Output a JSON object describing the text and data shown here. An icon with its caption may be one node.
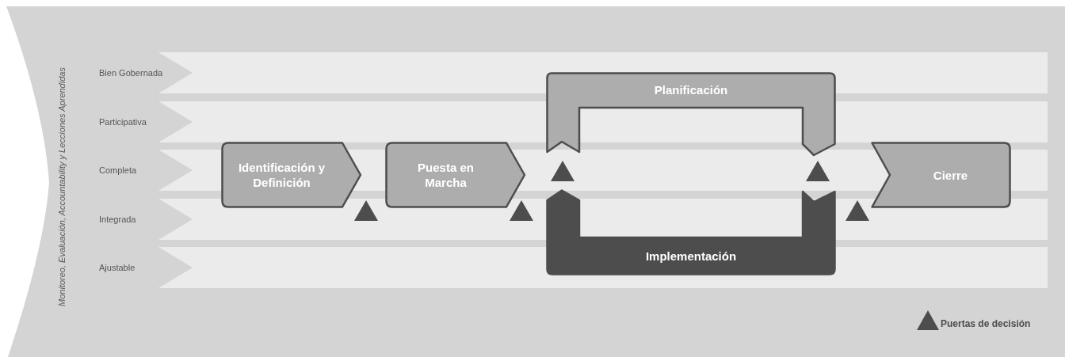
{
  "diagram": {
    "nodes": [
      {
        "text": [
          "Monitoreo, Evaluación, Accountability y Lecciones Aprendidas"
        ]
      },
      {
        "text": [
          "Bien Gobernada"
        ],
        "in": 0
      },
      {
        "text": [
          "Participativa"
        ],
        "in": 0
      },
      {
        "text": [
          "Completa"
        ],
        "in": 0
      },
      {
        "text": [
          "Integrada"
        ],
        "in": 0
      },
      {
        "text": [
          "Ajustable"
        ],
        "in": 0
      },
      {
        "text": [
          "Identificación y Definición"
        ],
        "in": 0
      },
      {
        "text": [
          "Puesta en Marcha"
        ],
        "in": 0
      },
      {
        "text": [
          "Planificación"
        ],
        "in": 0
      },
      {
        "text": [
          "Implementación"
        ],
        "in": 0
      },
      {
        "text": [
          "Cierre"
        ],
        "in": 0
      }
    ],
    "legend": [
      {
        "text": "Puertas de decisión"
      }
    ]
  }
}
